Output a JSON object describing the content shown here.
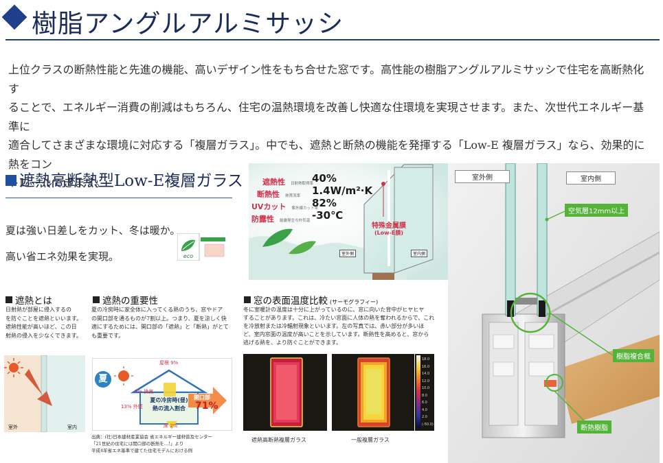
{
  "header": {
    "title": "樹脂アングルアルミサッシ"
  },
  "intro_lines": [
    "上位クラスの断熱性能と先進の機能、高いデザイン性をもち合せた窓です。高性能の樹脂アングルアルミサッシで住宅を高断熱化す",
    "ることで、エネルギー消費の削減はもちろん、住宅の温熱環境を改善し快適な住環境を実現させます。また、次世代エネルギー基準に",
    "適合してさまざまな環境に対応する「複層ガラス」。中でも、遮熱と断熱の機能を発揮する「Low-E 複層ガラス」なら、効果的に熱をコン",
    "トロールできます。"
  ],
  "section": {
    "title": "遮熱高断熱型Low-E複層ガラス",
    "lead1": "夏は強い日差しをカット、冬は暖か。",
    "lead2": "高い省エネ効果を実現。",
    "eco_label": "eco"
  },
  "glass_specs": [
    {
      "label": "遮熱性",
      "note": "日射熱取得率",
      "value": "40%"
    },
    {
      "label": "断熱性",
      "note": "熱貫流率",
      "value": "1.4W/m²·K"
    },
    {
      "label": "UVカット",
      "note": "紫外線カット率",
      "value": "82%"
    },
    {
      "label": "防露性",
      "note": "結露発生の外気温",
      "value": "-30℃"
    }
  ],
  "glass_diagram": {
    "film_label": "特殊金属膜",
    "film_sub": "(Low-E膜)",
    "outdoor": "室外側",
    "indoor": "室内側"
  },
  "col1": {
    "heading": "遮熱とは",
    "body": [
      "日射熱が部屋に侵入するの",
      "を防ぐことを遮熱といいます。",
      "遮熱性能が高いほど、この日",
      "射熱の侵入を少なくできます。"
    ],
    "outdoor": "室外",
    "indoor": "室内"
  },
  "col2": {
    "heading": "遮熱の重要性",
    "body": [
      "夏の冷房時に家全体に入ってくる熱のうち、窓やドア",
      "の開口部を通るものが7割以上。つまり、夏を涼しく快",
      "適にするためには、開口部の「遮熱」と「断熱」がとて",
      "も重要です。"
    ],
    "season": "夏",
    "roof": "屋根 9%",
    "ventilation": "5% 換気",
    "wall": "13% 外壁",
    "floor": "床 2%",
    "house_label1": "夏の冷房時(昼)",
    "house_label2": "熱の流入割合",
    "opening_label": "開口部",
    "opening_value": "71%",
    "source": [
      "出典：(社)日本建材産業協会 省エネルギー建材普及センター",
      "「21世紀の住宅には開口部の断熱を…!」より",
      "平成4年省エネ基準で建てた住宅モデルにおける例"
    ]
  },
  "col3": {
    "heading": "窓の表面温度比較",
    "heading_sub": "(サーモグラフィー)",
    "body": [
      "冬に室暖計の温度は十分に上がっているのに、窓に向いた背中がヒヤヒヤ",
      "することがあります。これは、冷たい窓面に人体の熱を奪われるからで、これ",
      "を冷放射または冷輻射現象といいます。左の写真では、赤い部分が多いほ",
      "ど、室内窓面の温度が高いことを示しています。断熱性を高めると、窓から",
      "逃げる熱を、より防ぐことができます。"
    ],
    "caption_left": "遮熱高断熱複層ガラス",
    "caption_right": "一般複層ガラス",
    "scale": [
      "18.0",
      "16.0",
      "14.0",
      "12.0",
      "10.0",
      "8.0",
      "6.0",
      "4.0",
      "2.0",
      "(-50.0)"
    ]
  },
  "cross_section": {
    "outdoor": "室外側",
    "indoor": "室内側",
    "air_layer": "空気層12mm以上",
    "composite": "樹脂複合框",
    "resin": "断熱樹脂"
  },
  "colors": {
    "title_navy": "#1c2c5a",
    "accent_blue": "#1e4fa0",
    "callout_green": "#55b33a",
    "spec_red": "#d3304a"
  }
}
